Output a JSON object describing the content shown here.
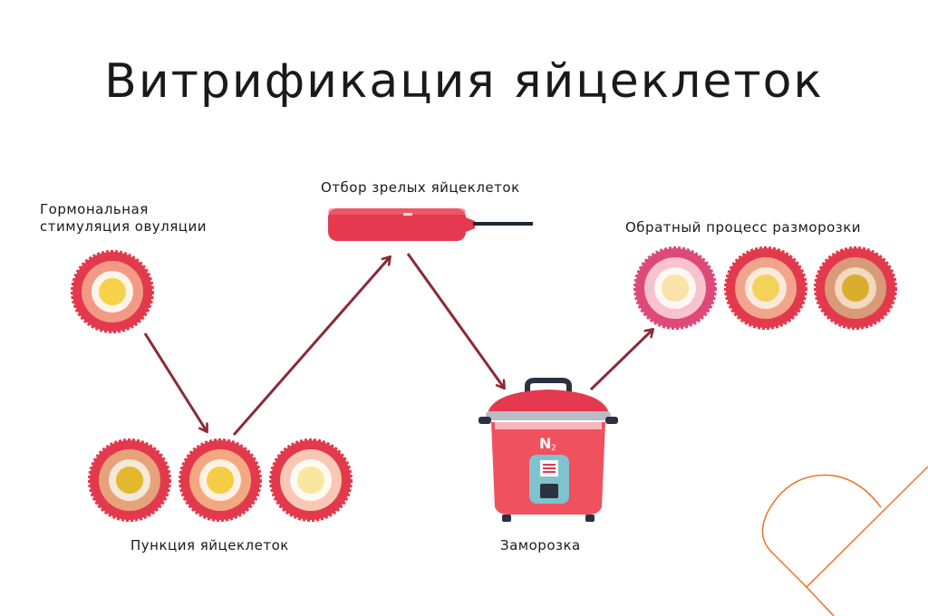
{
  "title": "Витрификация яйцеклеток",
  "steps": {
    "stimulation": {
      "line1": "Гормональная",
      "line2": "стимуляция овуляции"
    },
    "selection": "Отбор зрелых яйцеклеток",
    "thawing": "Обратный процесс разморозки",
    "puncture": "Пункция яйцеклеток",
    "freezing": "Заморозка"
  },
  "cooker_label": {
    "main": "N",
    "sub": "2"
  },
  "colors": {
    "arrow": "#8b2a35",
    "cell_border": "#e23a4c",
    "device": "#e5394f",
    "cooker_lid": "#e5394f",
    "cooker_body": "#f0515f",
    "accent_line": "#f26a1b"
  },
  "icons": [
    "egg-cell-icon",
    "vitrification-straw-icon",
    "cooker-icon",
    "heart-outline-icon"
  ]
}
